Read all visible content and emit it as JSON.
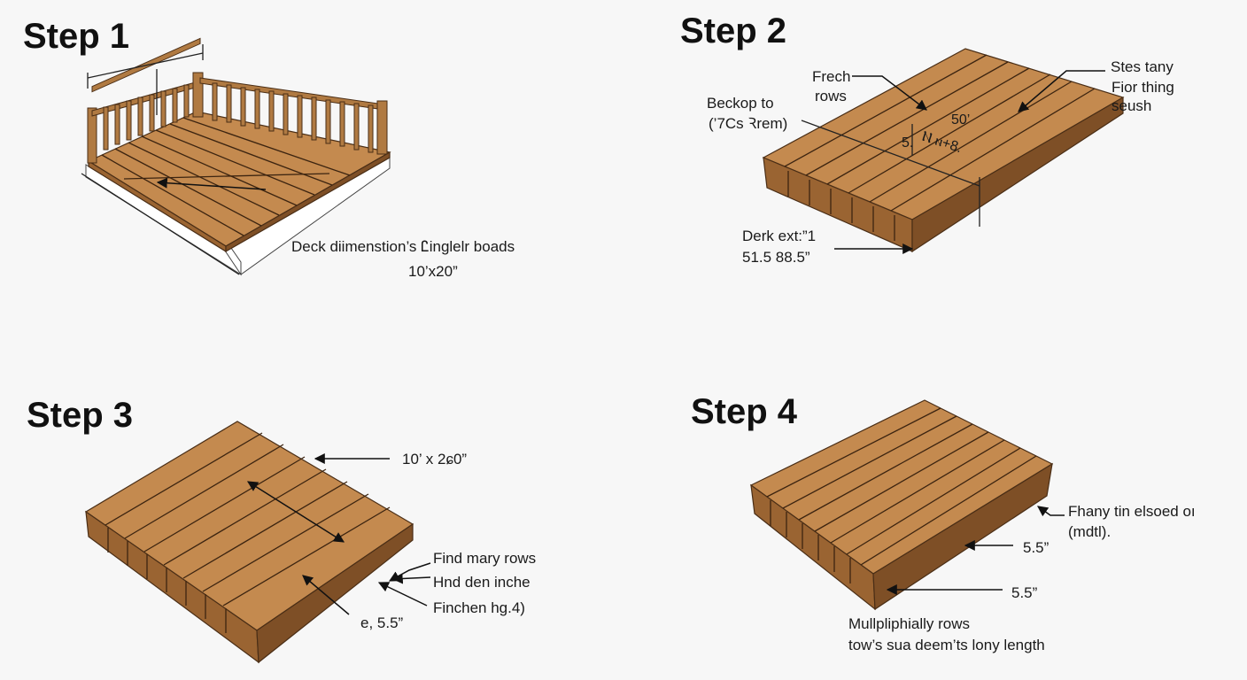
{
  "steps": [
    {
      "title": "Step 1",
      "labels": {
        "dimension_line1": "Deck diimenstion’s Ꮭinglelr boads",
        "dimension_line2": "10’x20”"
      }
    },
    {
      "title": "Step 2",
      "labels": {
        "fresh_rows_1": "Frech",
        "fresh_rows_2": "rows",
        "beckop_1": "Beckop to",
        "beckop_2": "(’7Cs Ꝛrem)",
        "stes_1": "Stes tany",
        "stes_2": "Fior thing",
        "stes_3": "seush",
        "mark_50": "50’",
        "mark_n": "Ⲛ ⲛ+8.",
        "mark_5": "5.",
        "derk_1": "Derk ext:”1",
        "derk_2": "51.5  88.5”"
      }
    },
    {
      "title": "Step 3",
      "labels": {
        "size": "10’  x  2ɕ0”",
        "rows_1": "Find mary rows",
        "rows_2": "Hnd den inche",
        "rows_3": "Finchen hg.4)",
        "width": "e, 5.5”"
      }
    },
    {
      "title": "Step 4",
      "labels": {
        "fhany_1": "Fhany tin elsoed oı",
        "fhany_2": "(mdtl).",
        "w1": "5.5”",
        "w2": "5.5”",
        "caption_1": "Mullpliphially rows",
        "caption_2": "tow’s sua deem’ts lony length"
      }
    }
  ]
}
